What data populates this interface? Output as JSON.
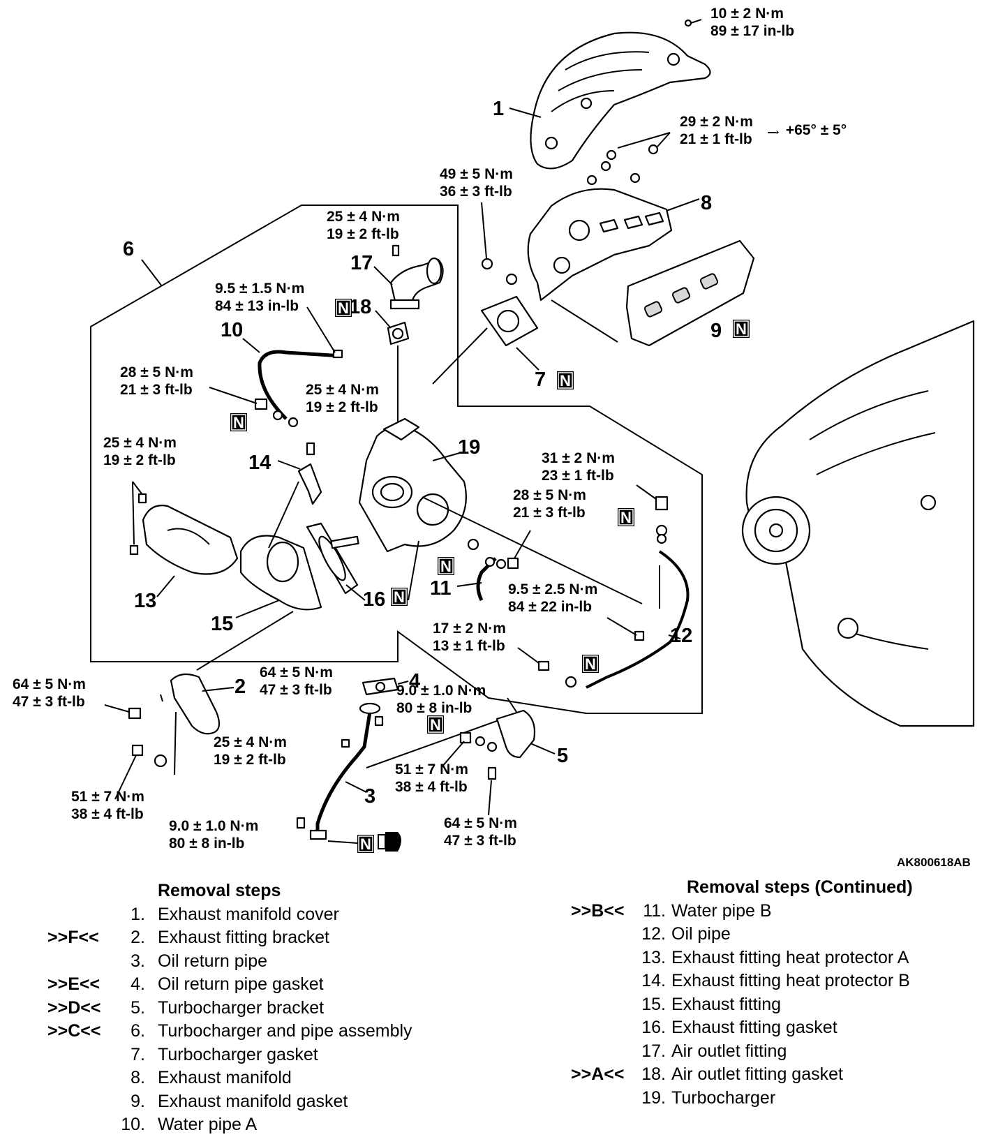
{
  "figure_code": "AK800618AB",
  "torques": [
    {
      "id": "t1",
      "l1": "10 ± 2 N·m",
      "l2": "89 ± 17 in-lb"
    },
    {
      "id": "t2",
      "l1": "29 ± 2 N·m",
      "l2": "21 ± 1 ft-lb",
      "extra": "→ +65° ± 5°"
    },
    {
      "id": "t3",
      "l1": "49 ± 5 N·m",
      "l2": "36 ± 3 ft-lb"
    },
    {
      "id": "t4",
      "l1": "25 ± 4 N·m",
      "l2": "19 ± 2 ft-lb"
    },
    {
      "id": "t5",
      "l1": "9.5 ± 1.5 N·m",
      "l2": "84 ± 13 in-lb"
    },
    {
      "id": "t6",
      "l1": "28 ± 5 N·m",
      "l2": "21 ± 3 ft-lb"
    },
    {
      "id": "t7",
      "l1": "25 ± 4 N·m",
      "l2": "19 ± 2 ft-lb"
    },
    {
      "id": "t8",
      "l1": "25 ± 4 N·m",
      "l2": "19 ± 2 ft-lb"
    },
    {
      "id": "t9",
      "l1": "31 ± 2 N·m",
      "l2": "23 ± 1 ft-lb"
    },
    {
      "id": "t10",
      "l1": "28 ± 5 N·m",
      "l2": "21 ± 3 ft-lb"
    },
    {
      "id": "t11",
      "l1": "9.5 ± 2.5 N·m",
      "l2": "84 ± 22 in-lb"
    },
    {
      "id": "t12",
      "l1": "17 ± 2 N·m",
      "l2": "13 ± 1 ft-lb"
    },
    {
      "id": "t13",
      "l1": "64 ± 5 N·m",
      "l2": "47 ± 3 ft-lb"
    },
    {
      "id": "t14",
      "l1": "64 ± 5 N·m",
      "l2": "47 ± 3 ft-lb"
    },
    {
      "id": "t15",
      "l1": "9.0 ± 1.0 N·m",
      "l2": "80 ± 8 in-lb"
    },
    {
      "id": "t16",
      "l1": "25 ± 4 N·m",
      "l2": "19 ± 2 ft-lb"
    },
    {
      "id": "t17",
      "l1": "51 ± 7 N·m",
      "l2": "38 ± 4 ft-lb"
    },
    {
      "id": "t18",
      "l1": "51 ± 7 N·m",
      "l2": "38 ± 4 ft-lb"
    },
    {
      "id": "t19",
      "l1": "9.0 ± 1.0 N·m",
      "l2": "80 ± 8 in-lb"
    },
    {
      "id": "t20",
      "l1": "64 ± 5 N·m",
      "l2": "47 ± 3 ft-lb"
    }
  ],
  "callouts": [
    "1",
    "2",
    "3",
    "4",
    "5",
    "6",
    "7",
    "8",
    "9",
    "10",
    "11",
    "12",
    "13",
    "14",
    "15",
    "16",
    "17",
    "18",
    "19"
  ],
  "new_part_mark": "N",
  "removal_steps": {
    "title": "Removal steps",
    "items": [
      {
        "ref": "",
        "num": "1.",
        "label": "Exhaust manifold cover"
      },
      {
        "ref": ">>F<<",
        "num": "2.",
        "label": "Exhaust fitting bracket"
      },
      {
        "ref": "",
        "num": "3.",
        "label": "Oil return pipe"
      },
      {
        "ref": ">>E<<",
        "num": "4.",
        "label": "Oil return pipe gasket"
      },
      {
        "ref": ">>D<<",
        "num": "5.",
        "label": "Turbocharger bracket"
      },
      {
        "ref": ">>C<<",
        "num": "6.",
        "label": "Turbocharger and pipe assembly"
      },
      {
        "ref": "",
        "num": "7.",
        "label": "Turbocharger gasket"
      },
      {
        "ref": "",
        "num": "8.",
        "label": "Exhaust manifold"
      },
      {
        "ref": "",
        "num": "9.",
        "label": "Exhaust manifold gasket"
      },
      {
        "ref": "",
        "num": "10.",
        "label": "Water pipe A"
      }
    ]
  },
  "removal_steps_cont": {
    "title": "Removal steps (Continued)",
    "items": [
      {
        "ref": ">>B<<",
        "num": "11.",
        "label": "Water pipe B"
      },
      {
        "ref": "",
        "num": "12.",
        "label": "Oil pipe"
      },
      {
        "ref": "",
        "num": "13.",
        "label": "Exhaust fitting heat protector A"
      },
      {
        "ref": "",
        "num": "14.",
        "label": "Exhaust fitting heat protector B"
      },
      {
        "ref": "",
        "num": "15.",
        "label": "Exhaust fitting"
      },
      {
        "ref": "",
        "num": "16.",
        "label": "Exhaust fitting gasket"
      },
      {
        "ref": "",
        "num": "17.",
        "label": "Air outlet fitting"
      },
      {
        "ref": ">>A<<",
        "num": "18.",
        "label": "Air outlet fitting gasket"
      },
      {
        "ref": "",
        "num": "19.",
        "label": "Turbocharger"
      }
    ]
  }
}
